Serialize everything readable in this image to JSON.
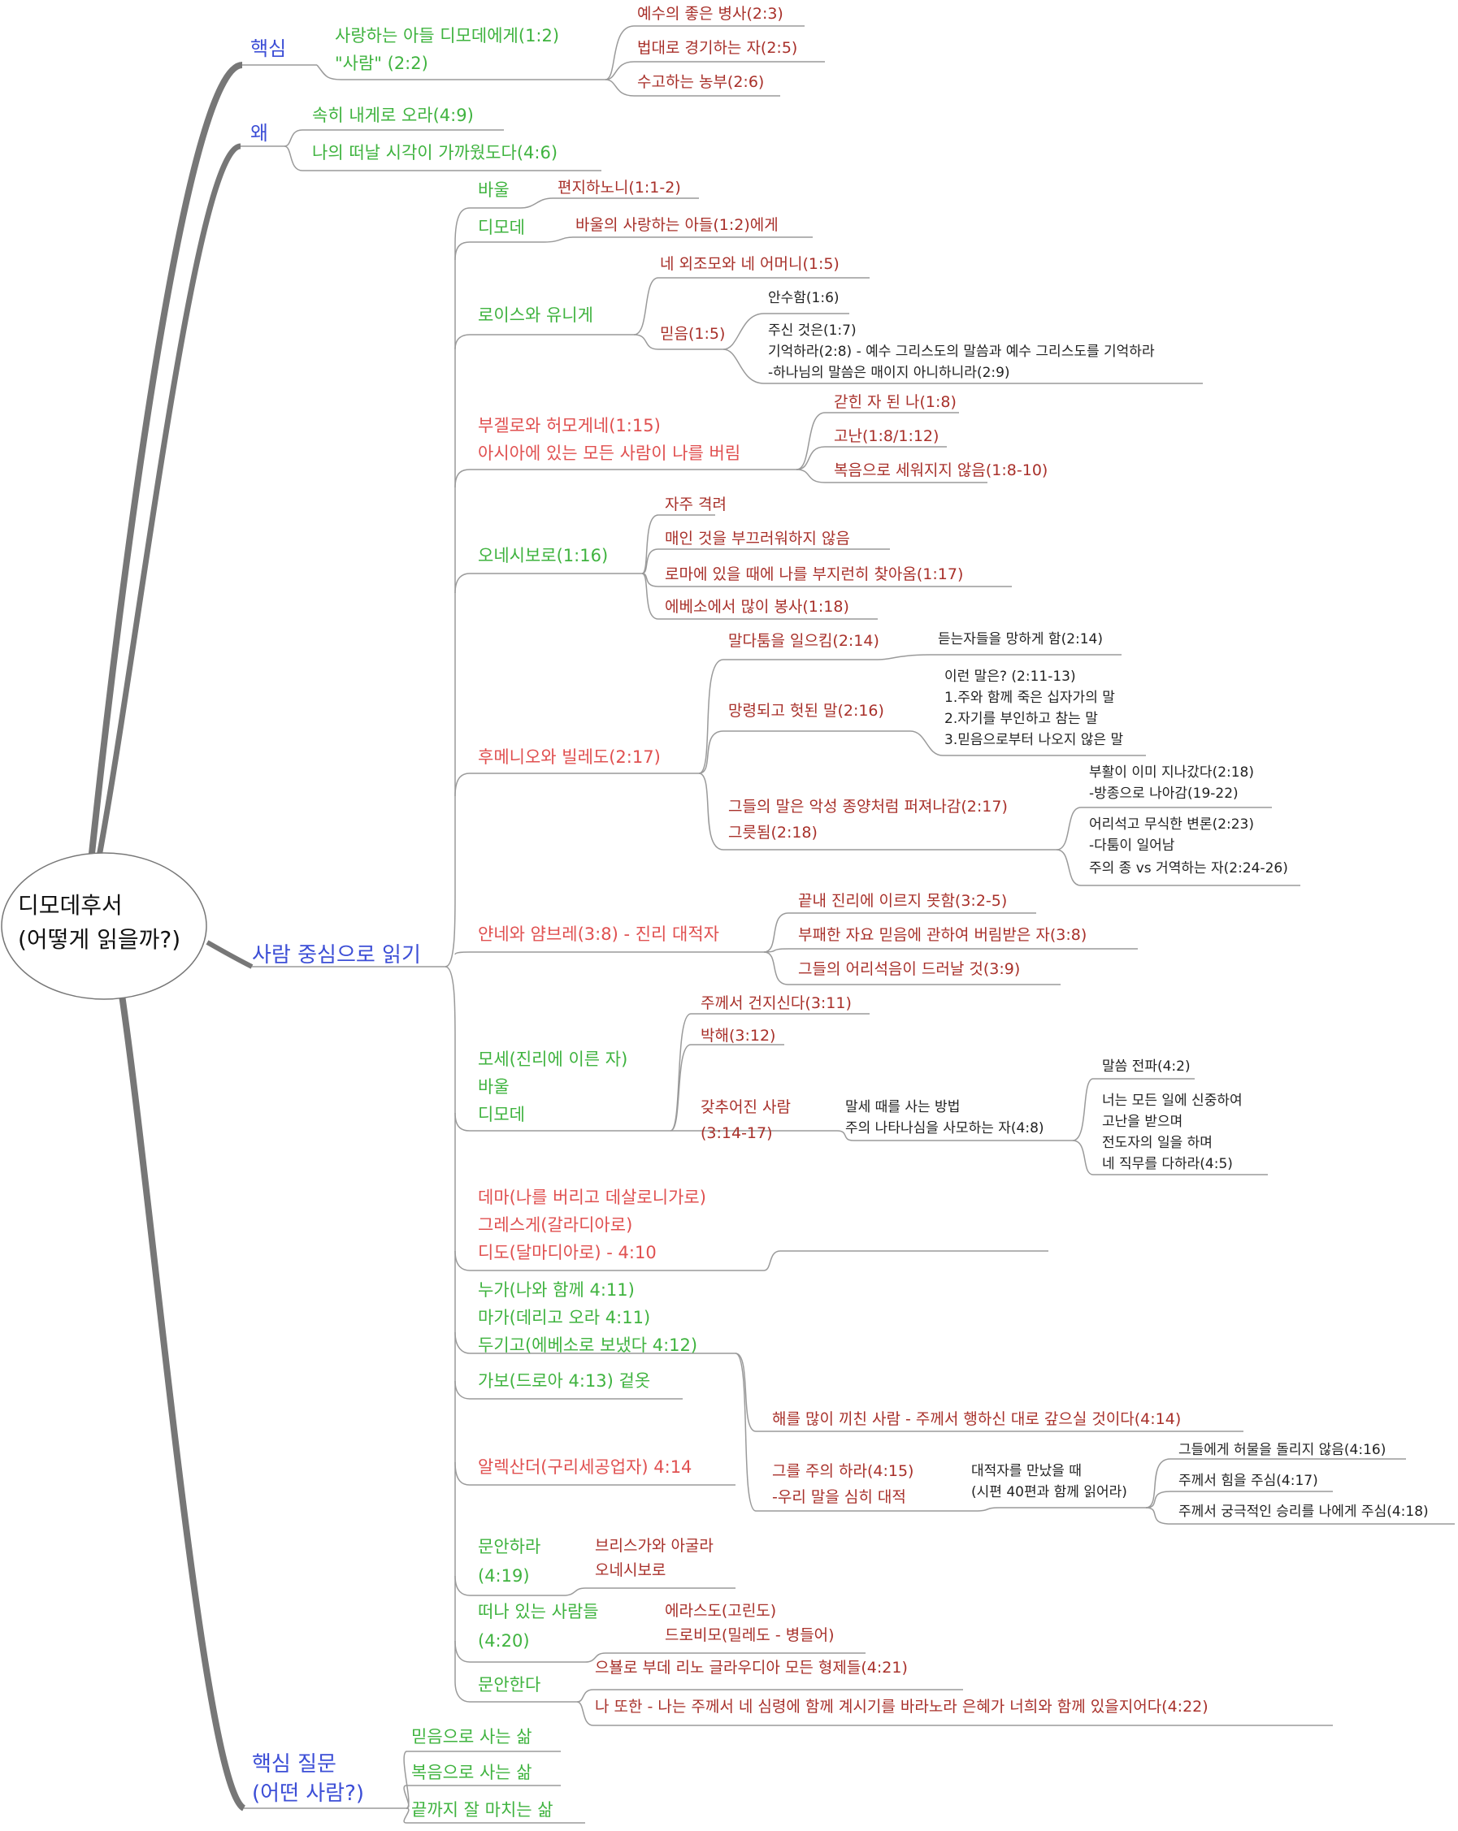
{
  "root": {
    "line1": "디모데후서",
    "line2": "(어떻게 읽을까?)"
  },
  "core": {
    "label": "핵심",
    "sub1": "사랑하는 아들 디모데에게(1:2)",
    "sub2": "\"사람\" (2:2)",
    "items": [
      "예수의 좋은 병사(2:3)",
      "법대로 경기하는 자(2:5)",
      "수고하는 농부(2:6)"
    ]
  },
  "why": {
    "label": "왜",
    "items": [
      "속히 내게로 오라(4:9)",
      "나의 떠날 시각이 가까웠도다(4:6)"
    ]
  },
  "people": {
    "label": "사람 중심으로 읽기",
    "paul": {
      "label": "바울",
      "item": "편지하노니(1:1-2)"
    },
    "timothy": {
      "label": "디모데",
      "item": "바울의 사랑하는 아들(1:2)에게"
    },
    "lois": {
      "label": "로이스와 유니게",
      "item1": "네 외조모와 네 어머니(1:5)",
      "faith": "믿음(1:5)",
      "f1": "안수함(1:6)",
      "f2": [
        "주신 것은(1:7)",
        "기억하라(2:8) - 예수 그리스도의 말씀과 예수 그리스도를 기억하라",
        "-하나님의 말씀은 매이지 아니하니라(2:9)"
      ]
    },
    "phygelus": {
      "lines": [
        "부겔로와 허모게네(1:15)",
        "아시아에 있는 모든 사람이 나를 버림"
      ],
      "items": [
        "갇힌 자 된 나(1:8)",
        "고난(1:8/1:12)",
        "복음으로 세워지지 않음(1:8-10)"
      ]
    },
    "onesiphorus": {
      "label": "오네시보로(1:16)",
      "items": [
        "자주 격려",
        "매인 것을 부끄러워하지 않음",
        "로마에 있을 때에 나를 부지런히 찾아옴(1:17)",
        "에베소에서 많이 봉사(1:18)"
      ]
    },
    "hymenaeus": {
      "label": "후메니오와 빌레도(2:17)",
      "q1": "말다툼을 일으킴(2:14)",
      "q1a": "듣는자들을 망하게 함(2:14)",
      "q2": "망령되고 헛된 말(2:16)",
      "q2a": [
        "이런 말은? (2:11-13)",
        "1.주와 함께 죽은 십자가의 말",
        "2.자기를 부인하고 참는 말",
        "3.믿음으로부터 나오지 않은 말"
      ],
      "q3": [
        "그들의 말은 악성 종양처럼 퍼져나감(2:17)",
        "그릇됨(2:18)"
      ],
      "q3a": [
        "부활이 이미 지나갔다(2:18)",
        "-방종으로 나아감(19-22)"
      ],
      "q3b": [
        "어리석고 무식한 변론(2:23)",
        "-다툼이 일어남",
        "주의 종 vs 거역하는 자(2:24-26)"
      ]
    },
    "jannes": {
      "label": "얀네와 얌브레(3:8) - 진리 대적자",
      "items": [
        "끝내 진리에 이르지 못함(3:2-5)",
        "부패한 자요 믿음에 관하여 버림받은 자(3:8)",
        "그들의 어리석음이 드러날 것(3:9)"
      ]
    },
    "moses": {
      "lines": [
        "모세(진리에 이른 자)",
        "바울",
        "디모데"
      ],
      "i1": "주께서 건지신다(3:11)",
      "i2": "박해(3:12)",
      "i3": [
        "갖추어진 사람",
        "(3:14-17)"
      ],
      "i3a": [
        "말세 때를 사는 방법",
        "주의 나타나심을 사모하는 자(4:8)"
      ],
      "i3b1": "말씀 전파(4:2)",
      "i3b2": [
        "너는 모든 일에 신중하여",
        "고난을 받으며",
        "전도자의 일을 하며",
        "네 직무를 다하라(4:5)"
      ]
    },
    "demas": {
      "lines": [
        "데마(나를 버리고 데살로니가로)",
        "그레스게(갈라디아로)",
        "디도(달마디아로) - 4:10"
      ]
    },
    "luke": {
      "lines": [
        "누가(나와 함께 4:11)",
        "마가(데리고 오라 4:11)",
        "두기고(에베소로 보냈다 4:12)"
      ]
    },
    "carpus": {
      "label": "가보(드로아 4:13) 겉옷"
    },
    "alexander": {
      "label": "알렉산더(구리세공업자) 4:14",
      "i1": "해를 많이 끼친 사람 - 주께서 행하신 대로 갚으실 것이다(4:14)",
      "i2": [
        "그를 주의 하라(4:15)",
        "-우리 말을 심히 대적"
      ],
      "i2a": [
        "대적자를 만났을 때",
        "(시편 40편과 함께 읽어라)"
      ],
      "i2b": [
        "그들에게 허물을 돌리지 않음(4:16)",
        "주께서 힘을 주심(4:17)",
        "주께서 궁극적인 승리를 나에게 주심(4:18)"
      ]
    },
    "greet1": {
      "lines": [
        "문안하라",
        "(4:19)"
      ],
      "items": [
        "브리스가와 아굴라",
        "오네시보로"
      ]
    },
    "greet2": {
      "lines": [
        "떠나 있는 사람들",
        "(4:20)"
      ],
      "items": [
        "에라스도(고린도)",
        "드로비모(밀레도 - 병들어)"
      ]
    },
    "greet3": {
      "label": "문안한다",
      "items": [
        "으뵬로 부데 리노 글라우디아 모든 형제들(4:21)",
        "나 또한 - 나는 주께서 네 심령에 함께 계시기를 바라노라 은혜가 너희와 함께  있을지어다(4:22)"
      ]
    }
  },
  "question": {
    "lines": [
      "핵심 질문",
      "(어떤 사람?)"
    ],
    "items": [
      "믿음으로 사는 삶",
      "복음으로 사는 삶",
      "끝까지 잘 마치는 삶"
    ]
  }
}
